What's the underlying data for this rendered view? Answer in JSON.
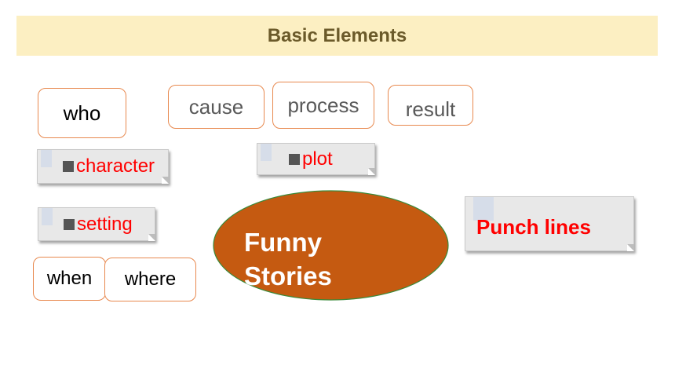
{
  "banner": {
    "title": "Basic Elements"
  },
  "boxes": {
    "who": "who",
    "cause": "cause",
    "process": "process",
    "result": "result",
    "when": "when",
    "where": "where"
  },
  "notes": {
    "character": "character",
    "plot": "plot",
    "setting": "setting",
    "punch_lines": "Punch lines"
  },
  "center": {
    "line1": "Funny",
    "line2": "Stories"
  },
  "colors": {
    "banner_bg": "#fcefc2",
    "banner_text": "#6b5a2a",
    "box_border": "#e8894f",
    "note_text": "#ff0000",
    "ellipse_fill": "#c55a11",
    "ellipse_border": "#3a8a3a"
  }
}
